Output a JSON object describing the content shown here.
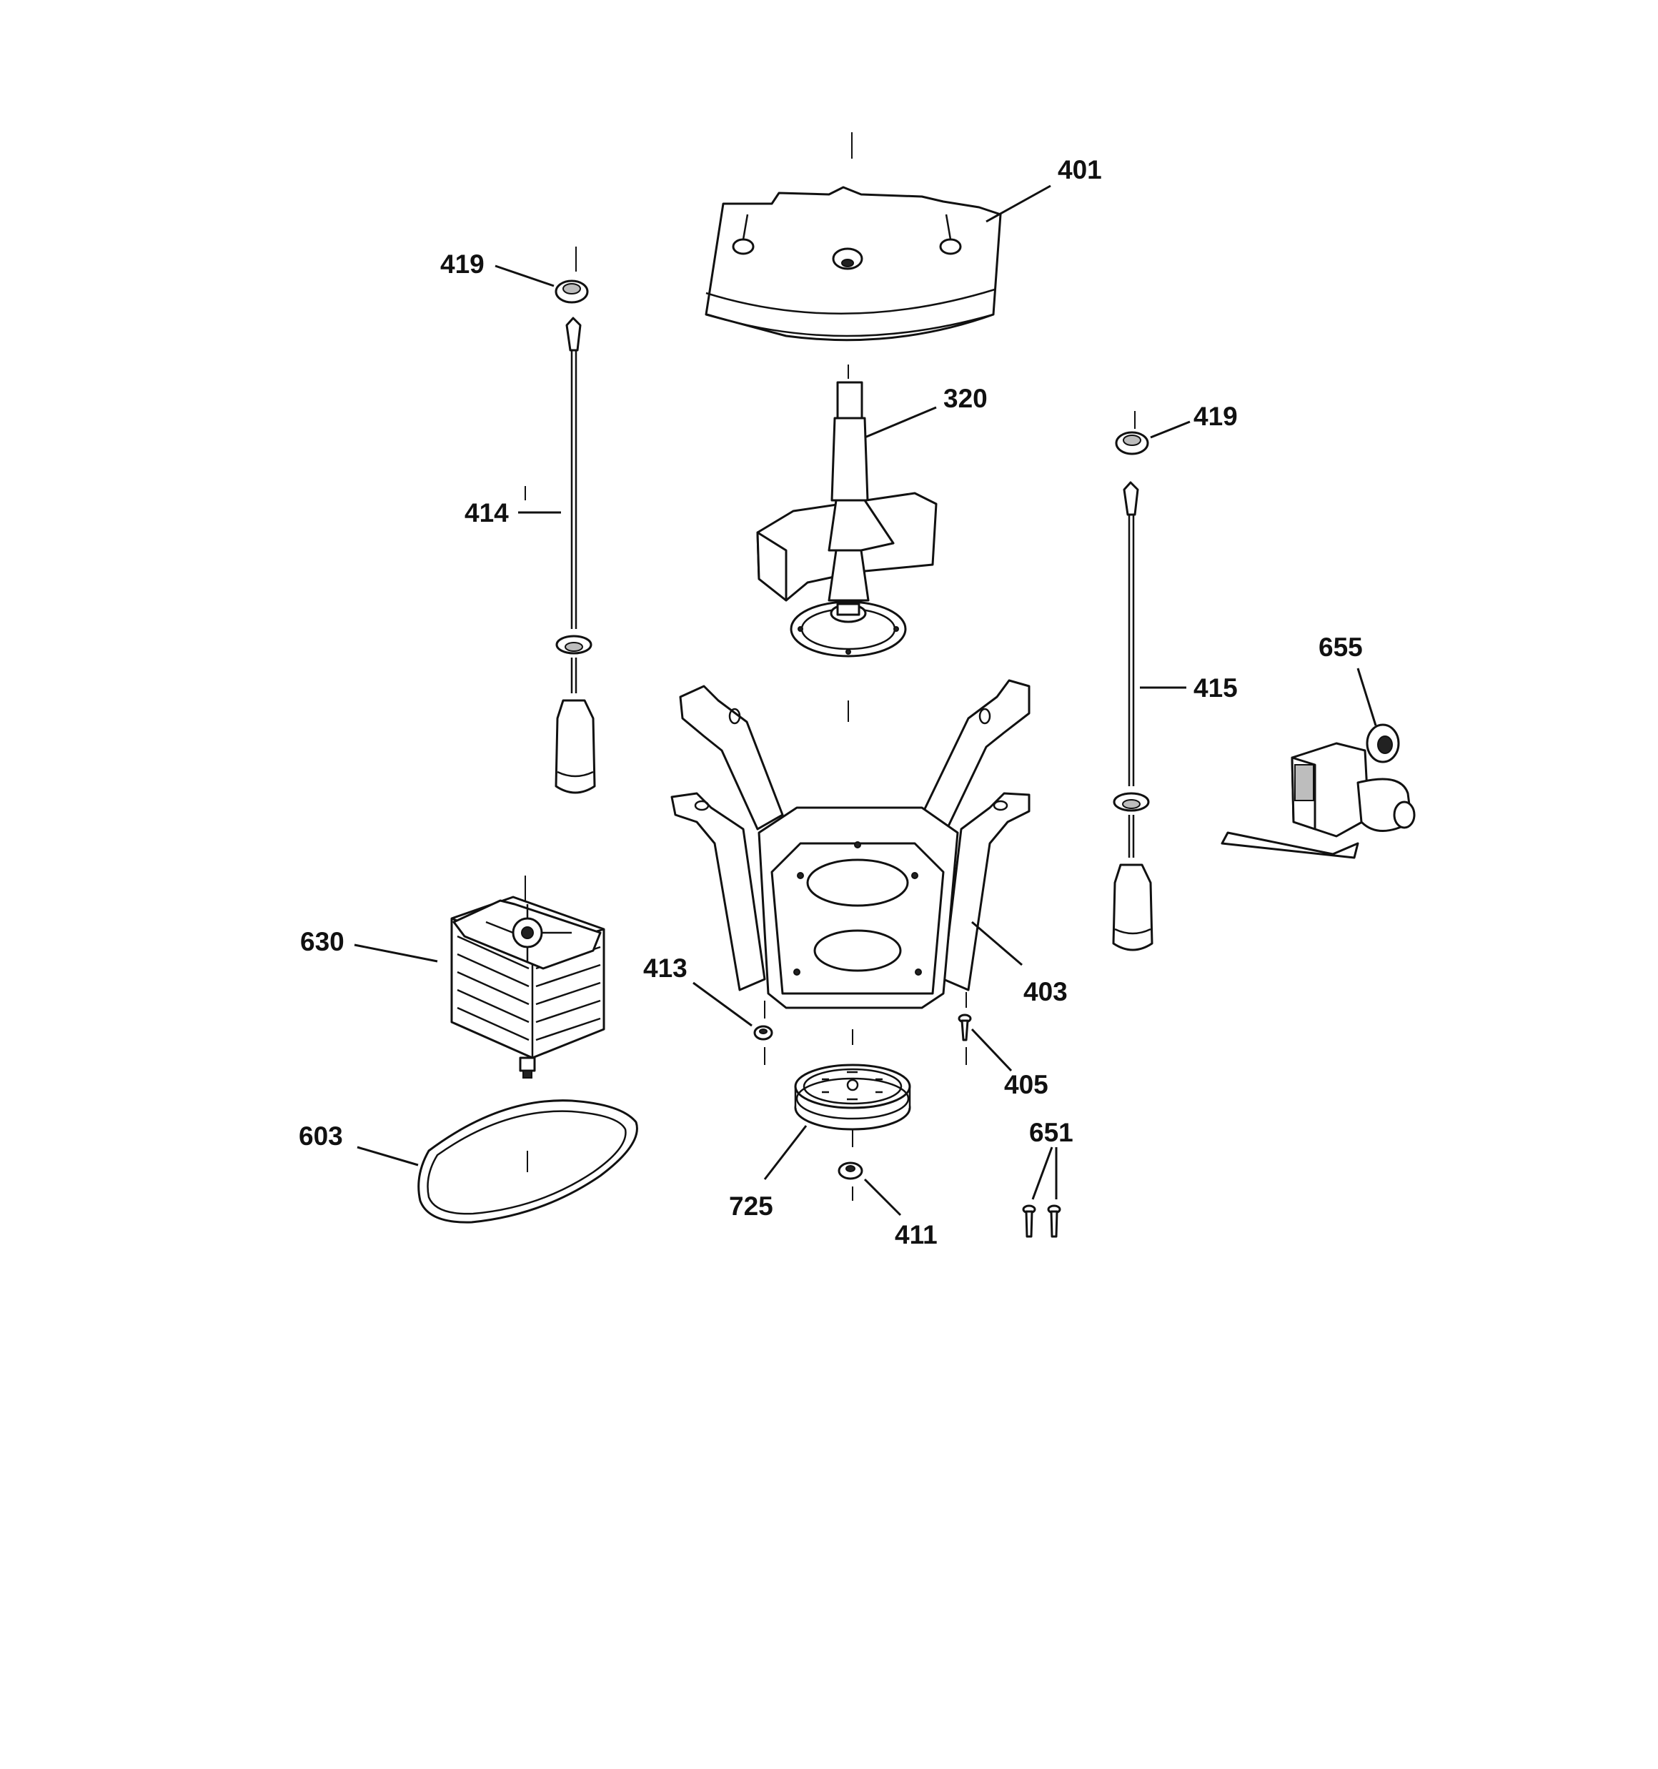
{
  "callouts": {
    "c401": "401",
    "c419a": "419",
    "c419b": "419",
    "c320": "320",
    "c414": "414",
    "c415": "415",
    "c655": "655",
    "c630": "630",
    "c413": "413",
    "c403": "403",
    "c405": "405",
    "c651": "651",
    "c603": "603",
    "c725": "725",
    "c411": "411"
  },
  "colors": {
    "line": "#111111",
    "background": "#ffffff"
  }
}
